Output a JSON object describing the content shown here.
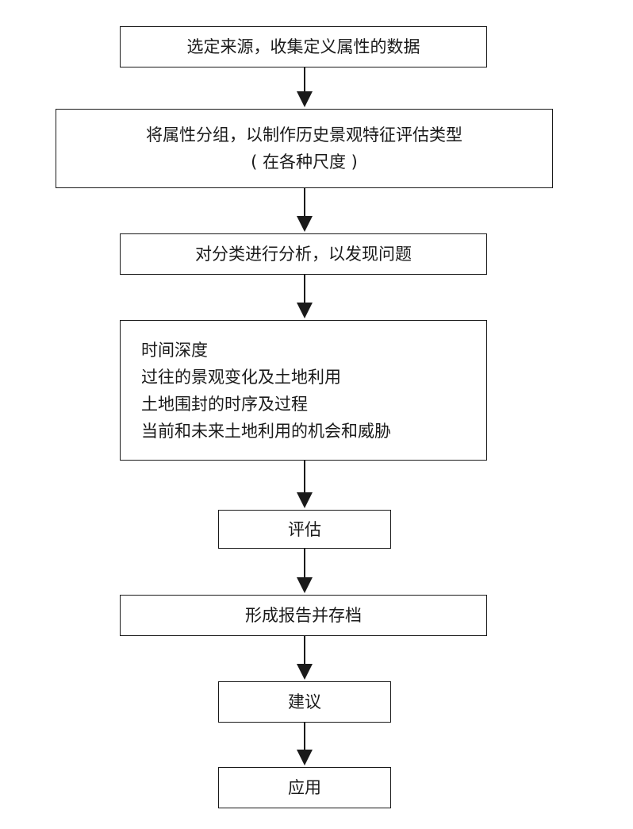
{
  "steps": {
    "s1": "选定来源，收集定义属性的数据",
    "s2_line1": "将属性分组，以制作历史景观特征评估类型",
    "s2_line2": "( 在各种尺度 )",
    "s3": "对分类进行分析，以发现问题",
    "s4": [
      "时间深度",
      "过往的景观变化及土地利用",
      "土地围封的时序及过程",
      "当前和未来土地利用的机会和威胁"
    ],
    "s5": "评估",
    "s6": "形成报告并存档",
    "s7": "建议",
    "s8": "应用"
  }
}
